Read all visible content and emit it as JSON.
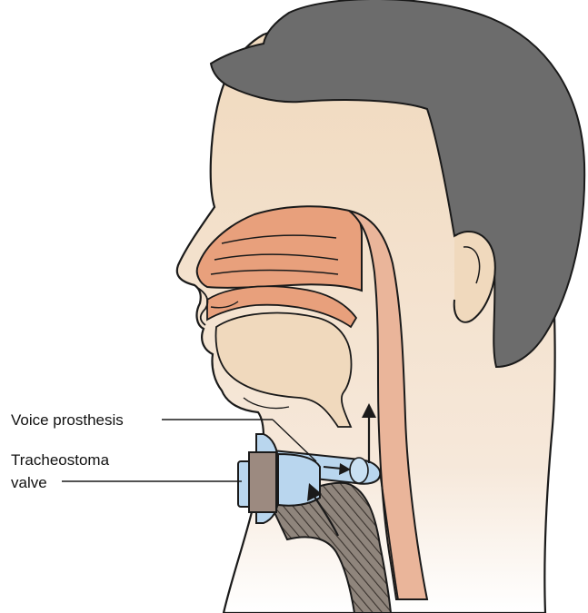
{
  "labels": {
    "voice_prosthesis": "Voice prosthesis",
    "tracheostoma_line1": "Tracheostoma",
    "tracheostoma_line2": "valve"
  },
  "colors": {
    "skin": "#f0d9bd",
    "skin_shadow": "#e6c9a8",
    "hair": "#6c6c6c",
    "nasal_cavity": "#e8a07c",
    "airway": "#eab59a",
    "trachea_dark": "#8a8078",
    "device_blue": "#b9d6ee",
    "device_brown": "#9c8a80",
    "outline": "#1a1a1a"
  },
  "icons": {
    "airflow_up": "arrow-up-icon",
    "airflow_into_prosthesis": "arrow-right-icon",
    "airflow_from_trachea": "arrow-up-right-icon"
  }
}
